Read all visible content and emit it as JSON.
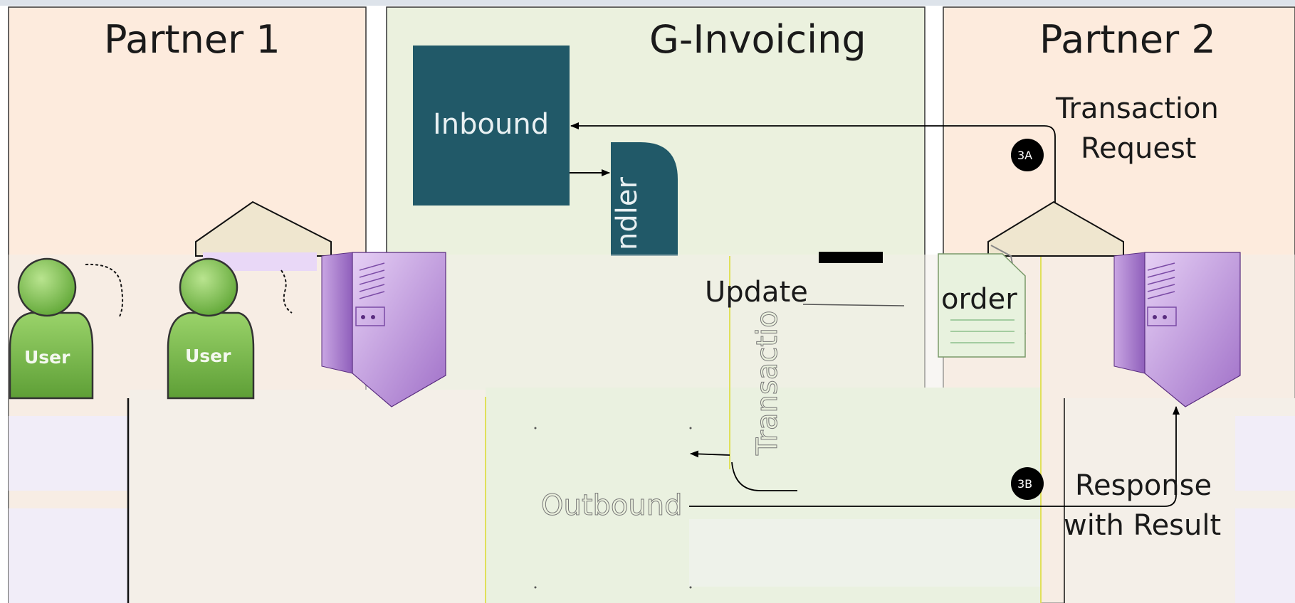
{
  "panels": {
    "partner1_title": "Partner 1",
    "ginvoicing_title": "G-Invoicing",
    "partner2_title": "Partner 2"
  },
  "components": {
    "inbound_label": "Inbound",
    "handler_label": "ndler",
    "transaction_label": "Transactio",
    "outbound_label": "Outbound",
    "order_label": "order",
    "update_label": "Update",
    "user1_label": "User",
    "user2_label": "User"
  },
  "steps": {
    "step_3a_badge": "3A",
    "step_3a_line1": "Transaction",
    "step_3a_line2": "Request",
    "step_3b_badge": "3B",
    "step_3b_line1": "Response",
    "step_3b_line2": "with Result"
  },
  "colors": {
    "partner_bg": "#fdebdd",
    "ginvoicing_bg": "#ebf1de",
    "box_teal": "#215968",
    "server_purple": "#b58ad6",
    "user_green": "#7cc04d",
    "badge_black": "#000000"
  },
  "icons": [
    "user-icon",
    "server-icon",
    "computer-icon",
    "document-icon"
  ]
}
